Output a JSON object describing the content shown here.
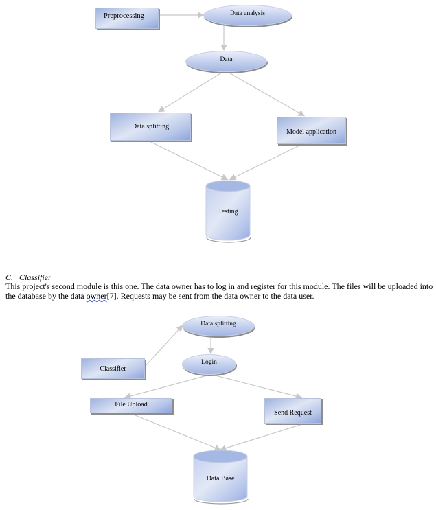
{
  "diagram1": {
    "nodes": {
      "preprocessing": "Preprocessing",
      "data_analysis": "Data analysis",
      "data": "Data",
      "data_splitting": "Data splitting",
      "model_application": "Model application",
      "testing": "Testing"
    }
  },
  "section": {
    "number": "C.",
    "title": "Classifier",
    "paragraph_part1": "This project's second module is this one. The data owner has to log in and register for this module. The files will be uploaded into the database by the data ",
    "paragraph_misspelled": "owner",
    "paragraph_part2": "[7]. Requests may be sent from the data owner to the data user."
  },
  "diagram2": {
    "nodes": {
      "data_splitting": "Data splitting",
      "login": "Login",
      "classifier": "Classifier",
      "file_upload": "File Upload",
      "send_request": "Send Request",
      "database": "Data Base"
    }
  },
  "colors": {
    "connector": "#c8c8c8",
    "shape_fill_dark": "#8ea5dc",
    "shape_fill_light": "#dfe6f5",
    "shadow": "#8d8d8d"
  }
}
